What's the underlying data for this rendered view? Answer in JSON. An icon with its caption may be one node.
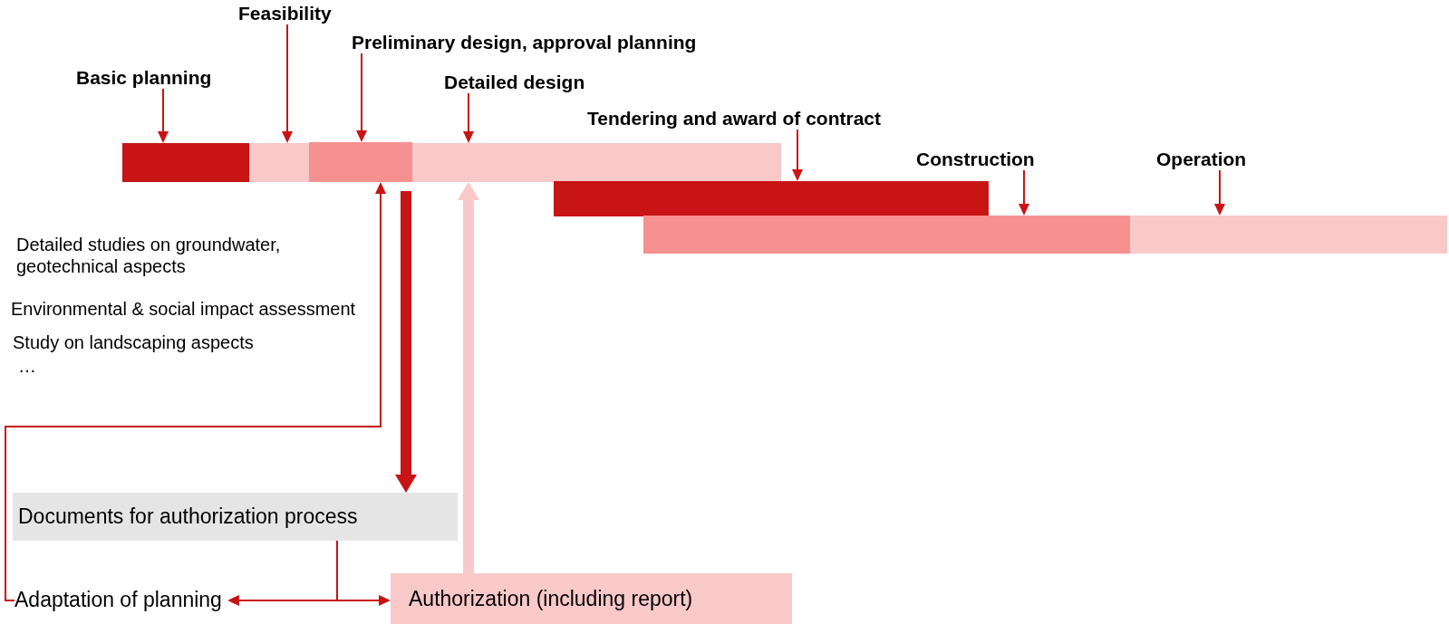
{
  "diagram": {
    "nodes": [
      {
        "text": [
          "Basic planning"
        ]
      },
      {
        "text": [],
        "shape": "bar"
      },
      {
        "text": [
          "Feasibility"
        ]
      },
      {
        "text": [],
        "shape": "bar"
      },
      {
        "text": [
          "Preliminary design, approval planning"
        ]
      },
      {
        "text": [],
        "shape": "bar"
      },
      {
        "text": [
          "Detailed design"
        ]
      },
      {
        "text": [],
        "shape": "bar"
      },
      {
        "text": [
          "Tendering and award of contract"
        ]
      },
      {
        "text": [],
        "shape": "bar"
      },
      {
        "text": [
          "Construction"
        ]
      },
      {
        "text": [],
        "shape": "bar"
      },
      {
        "text": [
          "Operation"
        ]
      },
      {
        "text": [],
        "shape": "bar"
      },
      {
        "text": [
          "Documents for authorization process"
        ]
      },
      {
        "text": [
          "Adaptation of planning"
        ]
      },
      {
        "text": [
          "Authorization (including report)"
        ]
      }
    ],
    "edges": [
      {
        "from": 0,
        "to": 1,
        "arrow": "to"
      },
      {
        "from": 2,
        "to": 3,
        "arrow": "to"
      },
      {
        "from": 4,
        "to": 5,
        "arrow": "to"
      },
      {
        "from": 6,
        "to": 7,
        "arrow": "to"
      },
      {
        "from": 8,
        "to": 9,
        "arrow": "to"
      },
      {
        "from": 10,
        "to": 11,
        "arrow": "to"
      },
      {
        "from": 12,
        "to": 13,
        "arrow": "to"
      },
      {
        "from": 5,
        "to": 14,
        "arrow": "to",
        "style": "thick"
      },
      {
        "from": 16,
        "to": 7,
        "arrow": "to",
        "style": "thick",
        "color": "#f9c8c8"
      },
      {
        "from": 15,
        "to": 5,
        "arrow": "to"
      },
      {
        "from": 14,
        "to": 15,
        "arrow": "to"
      },
      {
        "from": 14,
        "to": 16,
        "arrow": "to"
      }
    ],
    "labels": [
      "Detailed studies on groundwater, geotechnical aspects",
      "Environmental & social impact assessment",
      "Study on landscaping aspects",
      "…"
    ]
  }
}
